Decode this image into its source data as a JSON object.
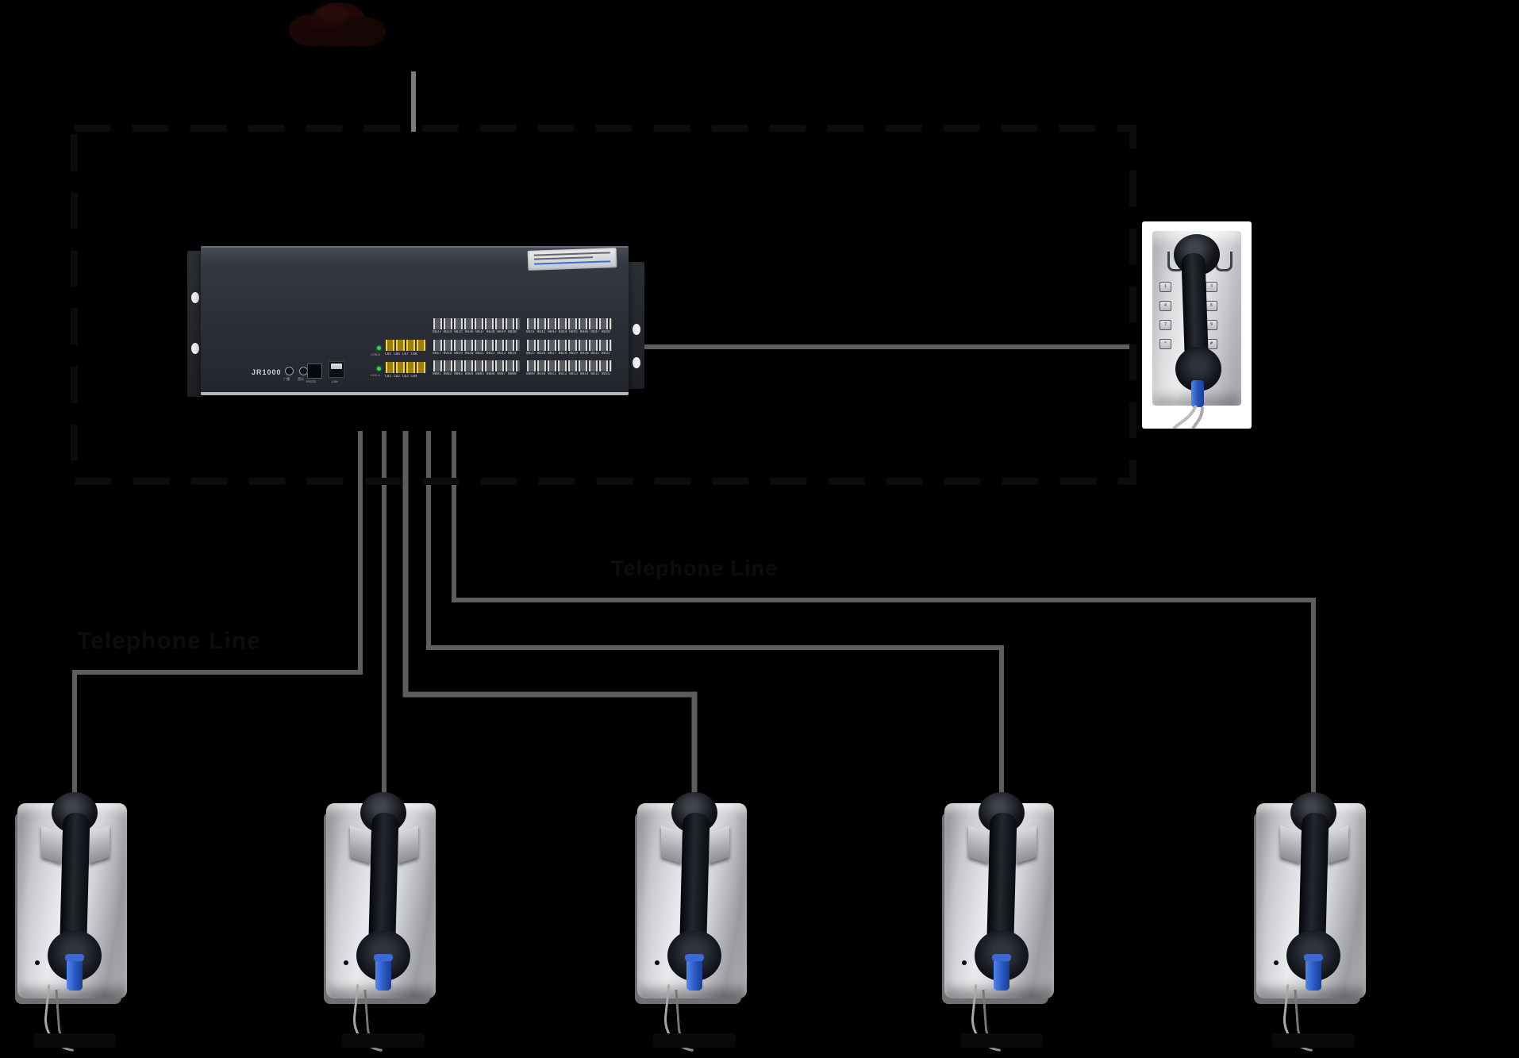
{
  "pbx": {
    "model": "JR1000",
    "front_labels": {
      "jack1": "广播",
      "jack2": "音乐",
      "rs232": "RS232",
      "lan": "LAN",
      "led_top": "CO5-8",
      "led_bottom": "CO1-4"
    },
    "co_trunk_ports": {
      "row1": "C05 C06 C07 C08",
      "row2": "C01 C02 C03 C04"
    },
    "extension_ports": {
      "bank1_rows": [
        "8033 8034 8035 8036 8037 8038 8039 8040",
        "8017 8018 8019 8020 8021 8022 8023 8024",
        "8001 8002 8003 8004 8005 8006 8007 8008"
      ],
      "bank2_rows": [
        "8041 8042 8043 8044 8045 8046 8047 8048",
        "8025 8026 8027 8028 8029 8030 8031 8032",
        "8009 8010 8011 8012 8013 8014 8015 8016"
      ]
    }
  },
  "connections": {
    "label_left": "Telephone Line",
    "label_right": "Telephone Line"
  },
  "wall_phone_keypad": {
    "left": [
      "1",
      "4",
      "7",
      "*"
    ],
    "right": [
      "3",
      "6",
      "9",
      "#"
    ]
  },
  "colors": {
    "line_gray": "#5d5d5d",
    "stub_gray": "#7c7c7c",
    "dash": "#0c0c0c",
    "hidden_text": "#0e0d0d",
    "led_green": "#3ed24a",
    "port_yellow": "#eed34a",
    "grommet_blue": "#2e5cc4"
  },
  "counts": {
    "bottom_phones": 5
  }
}
